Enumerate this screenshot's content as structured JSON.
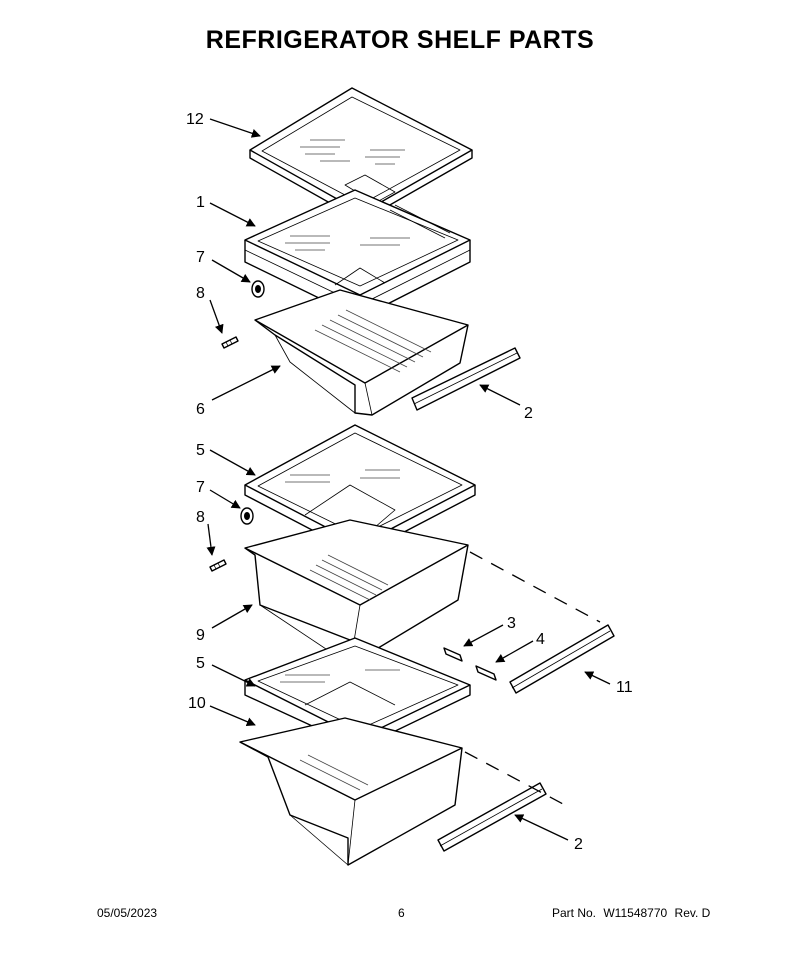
{
  "title": "REFRIGERATOR SHELF PARTS",
  "callouts": {
    "c12": "12",
    "c1": "1",
    "c7a": "7",
    "c8a": "8",
    "c6": "6",
    "c2a": "2",
    "c5a": "5",
    "c7b": "7",
    "c8b": "8",
    "c9": "9",
    "c3": "3",
    "c4": "4",
    "c11": "11",
    "c5b": "5",
    "c10": "10",
    "c2b": "2"
  },
  "footer": {
    "date": "05/05/2023",
    "page": "6",
    "part_label": "Part No.",
    "part_no": "W11548770",
    "rev": "Rev. D"
  },
  "icons": [
    "arrow-icon"
  ]
}
